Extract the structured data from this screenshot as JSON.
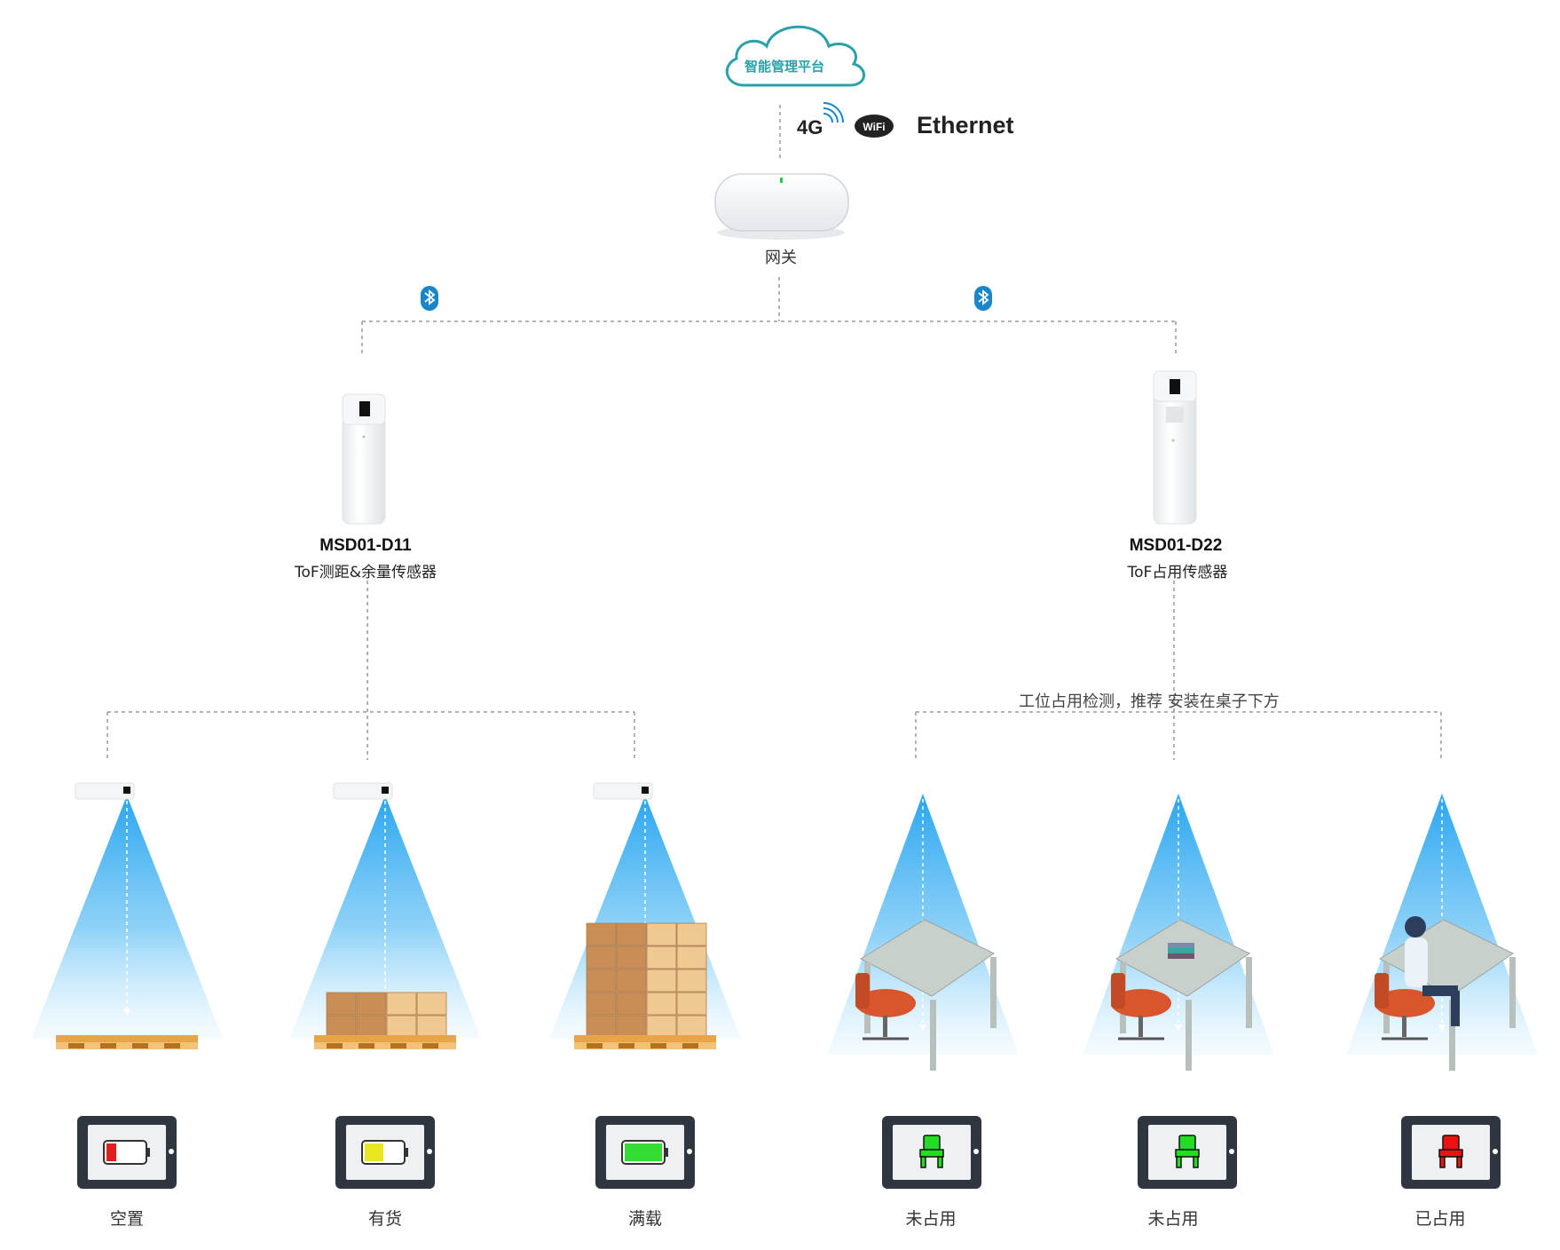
{
  "cloud": {
    "label": "智能管理平台"
  },
  "network": {
    "cellular": "4G",
    "wifi_badge": "WiFi",
    "ethernet": "Ethernet"
  },
  "gateway": {
    "label": "网关"
  },
  "bluetooth": {
    "icon": "bluetooth-icon"
  },
  "sensors": [
    {
      "model": "MSD01-D11",
      "desc": "ToF测距&余量传感器"
    },
    {
      "model": "MSD01-D22",
      "desc": "ToF占用传感器"
    }
  ],
  "note": "工位占用检测，推荐 安装在桌子下方",
  "scenes": {
    "storage": [
      {
        "state": "空置",
        "fill": 0.25,
        "fill_color": "#e02020"
      },
      {
        "state": "有货",
        "fill": 0.5,
        "fill_color": "#e8e820"
      },
      {
        "state": "满载",
        "fill": 1.0,
        "fill_color": "#33dd33"
      }
    ],
    "desk": [
      {
        "state": "未占用",
        "chair_color": "#22dd22"
      },
      {
        "state": "未占用",
        "chair_color": "#22dd22"
      },
      {
        "state": "已占用",
        "chair_color": "#ee1111"
      }
    ]
  },
  "colors": {
    "accent": "#2aa0a8",
    "bluetooth": "#1a86c8",
    "beam": "#2aaaf0",
    "box": "#d9a36a",
    "pallet": "#e8a545",
    "desk_top": "#c8d0cc",
    "chair": "#d8552e",
    "tablet": "#2f3640"
  }
}
